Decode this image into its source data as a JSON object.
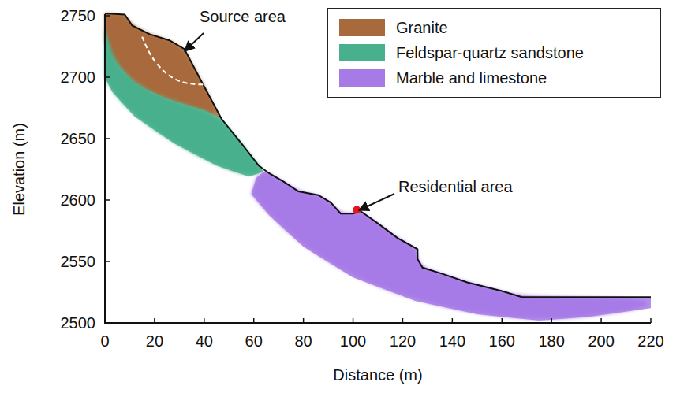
{
  "diagram": {
    "labels": [
      "Source area",
      "Residential area",
      "Elevation (m)",
      "Distance (m)",
      "2750",
      "2700",
      "2650",
      "2600",
      "2550",
      "2500",
      "0",
      "20",
      "40",
      "60",
      "80",
      "100",
      "120",
      "140",
      "160",
      "180",
      "200",
      "220"
    ],
    "legend": [
      {
        "text": "Granite",
        "color": "#a86a3c"
      },
      {
        "text": "Feldspar-quartz sandstone",
        "color": "#48b08c"
      },
      {
        "text": "Marble and limestone",
        "color": "#a77be6"
      }
    ]
  }
}
